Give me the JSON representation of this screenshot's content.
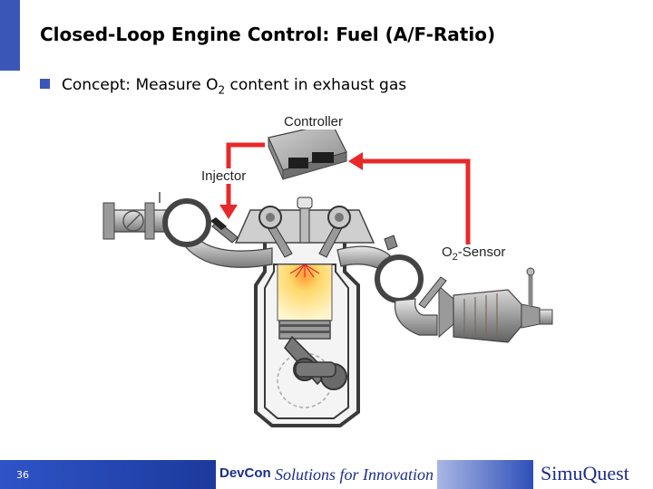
{
  "title": "Closed-Loop Engine Control: Fuel (A/F-Ratio)",
  "bullet": {
    "prefix": "Concept: Measure O",
    "subscript": "2",
    "suffix": " content in exhaust gas"
  },
  "diagram": {
    "controller_label": "Controller",
    "injector_label": "Injector",
    "sensor_label_prefix": "O",
    "sensor_label_sub": "2",
    "sensor_label_suffix": "-Sensor"
  },
  "footer": {
    "slide_number": "36",
    "devcon": "DevCon",
    "tagline": "Solutions for Innovation",
    "brand": "SimuQuest"
  },
  "colors": {
    "accent_blue": "#3a57b8",
    "feedback_red": "#e8292a"
  }
}
